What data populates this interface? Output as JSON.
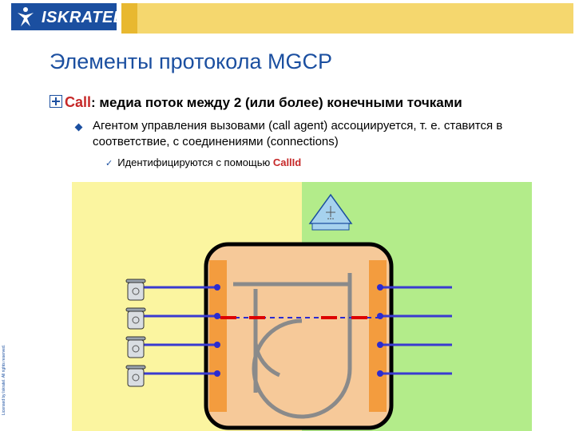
{
  "header": {
    "logo_text": "ISKRATEL",
    "colors": {
      "brand": "#1b4fa0",
      "band": "#f5d76e"
    }
  },
  "title": "Элементы протокола MGCP",
  "bullet1": {
    "keyword": "Call",
    "text": ": медиа поток между 2 (или более) конечными точками"
  },
  "bullet2": {
    "text": "Агентом управления вызовами (call agent) ассоциируется, т. е. ставится в соответствие, с соединениями (connections)"
  },
  "bullet3": {
    "text": "Идентифицируются с помощью ",
    "keyword": "CallId"
  },
  "side_copyright": "Licensed by Iskratel. All rights reserved.",
  "diagram": {
    "colors": {
      "left_bg": "#fbf5a0",
      "right_bg": "#b3ec8a",
      "gateway_fill": "#f6c999",
      "gateway_border": "#000000",
      "port_fill": "#f39c3e",
      "line_color": "#3a3ad0",
      "call_dash_red": "#dd0000",
      "call_dash_blue": "#2b2bd0",
      "switch_color": "#8a8a8a",
      "call_agent_fill": "#a6d2ee"
    },
    "icons": [
      "call-agent-icon",
      "telephone-icon",
      "gateway-icon",
      "switch-icon"
    ]
  }
}
